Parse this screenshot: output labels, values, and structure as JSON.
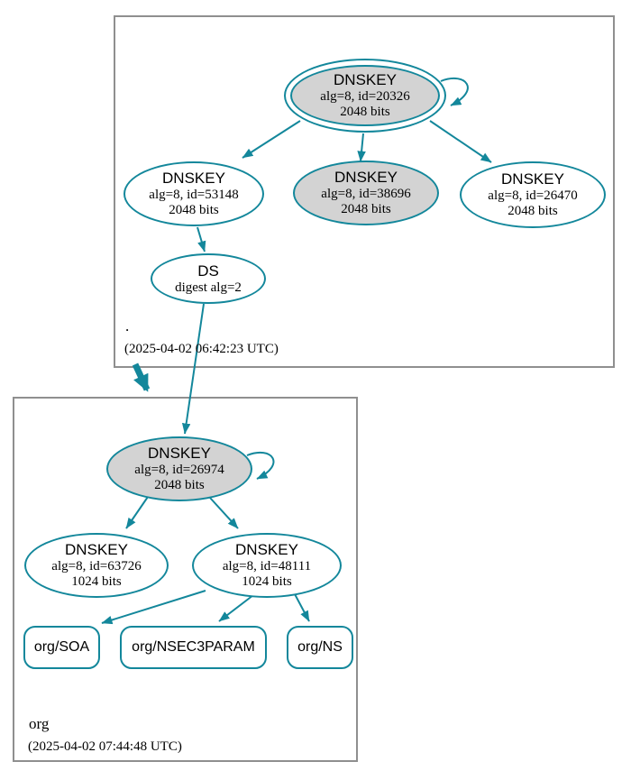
{
  "colors": {
    "edge_teal": "#13879b",
    "node_border_teal": "#13879b",
    "node_fill_white": "#ffffff",
    "node_fill_gray": "#d3d3d3",
    "zone_box_border_gray": "#8f8f8f",
    "text_black": "#000000"
  },
  "zones": [
    {
      "label": ".",
      "timestamp": "(2025-04-02 06:42:23 UTC)",
      "nodes": {
        "ksk": {
          "title": "DNSKEY",
          "line2": "alg=8, id=20326",
          "line3": "2048 bits"
        },
        "zsk1": {
          "title": "DNSKEY",
          "line2": "alg=8, id=53148",
          "line3": "2048 bits"
        },
        "zsk2": {
          "title": "DNSKEY",
          "line2": "alg=8, id=38696",
          "line3": "2048 bits"
        },
        "zsk3": {
          "title": "DNSKEY",
          "line2": "alg=8, id=26470",
          "line3": "2048 bits"
        },
        "ds": {
          "title": "DS",
          "line2": "digest alg=2"
        }
      }
    },
    {
      "label": "org",
      "timestamp": "(2025-04-02 07:44:48 UTC)",
      "nodes": {
        "ksk": {
          "title": "DNSKEY",
          "line2": "alg=8, id=26974",
          "line3": "2048 bits"
        },
        "zsk1": {
          "title": "DNSKEY",
          "line2": "alg=8, id=63726",
          "line3": "1024 bits"
        },
        "zsk2": {
          "title": "DNSKEY",
          "line2": "alg=8, id=48111",
          "line3": "1024 bits"
        },
        "rrset_soa": {
          "label": "org/SOA"
        },
        "rrset_nsec3param": {
          "label": "org/NSEC3PARAM"
        },
        "rrset_ns": {
          "label": "org/NS"
        }
      }
    }
  ]
}
